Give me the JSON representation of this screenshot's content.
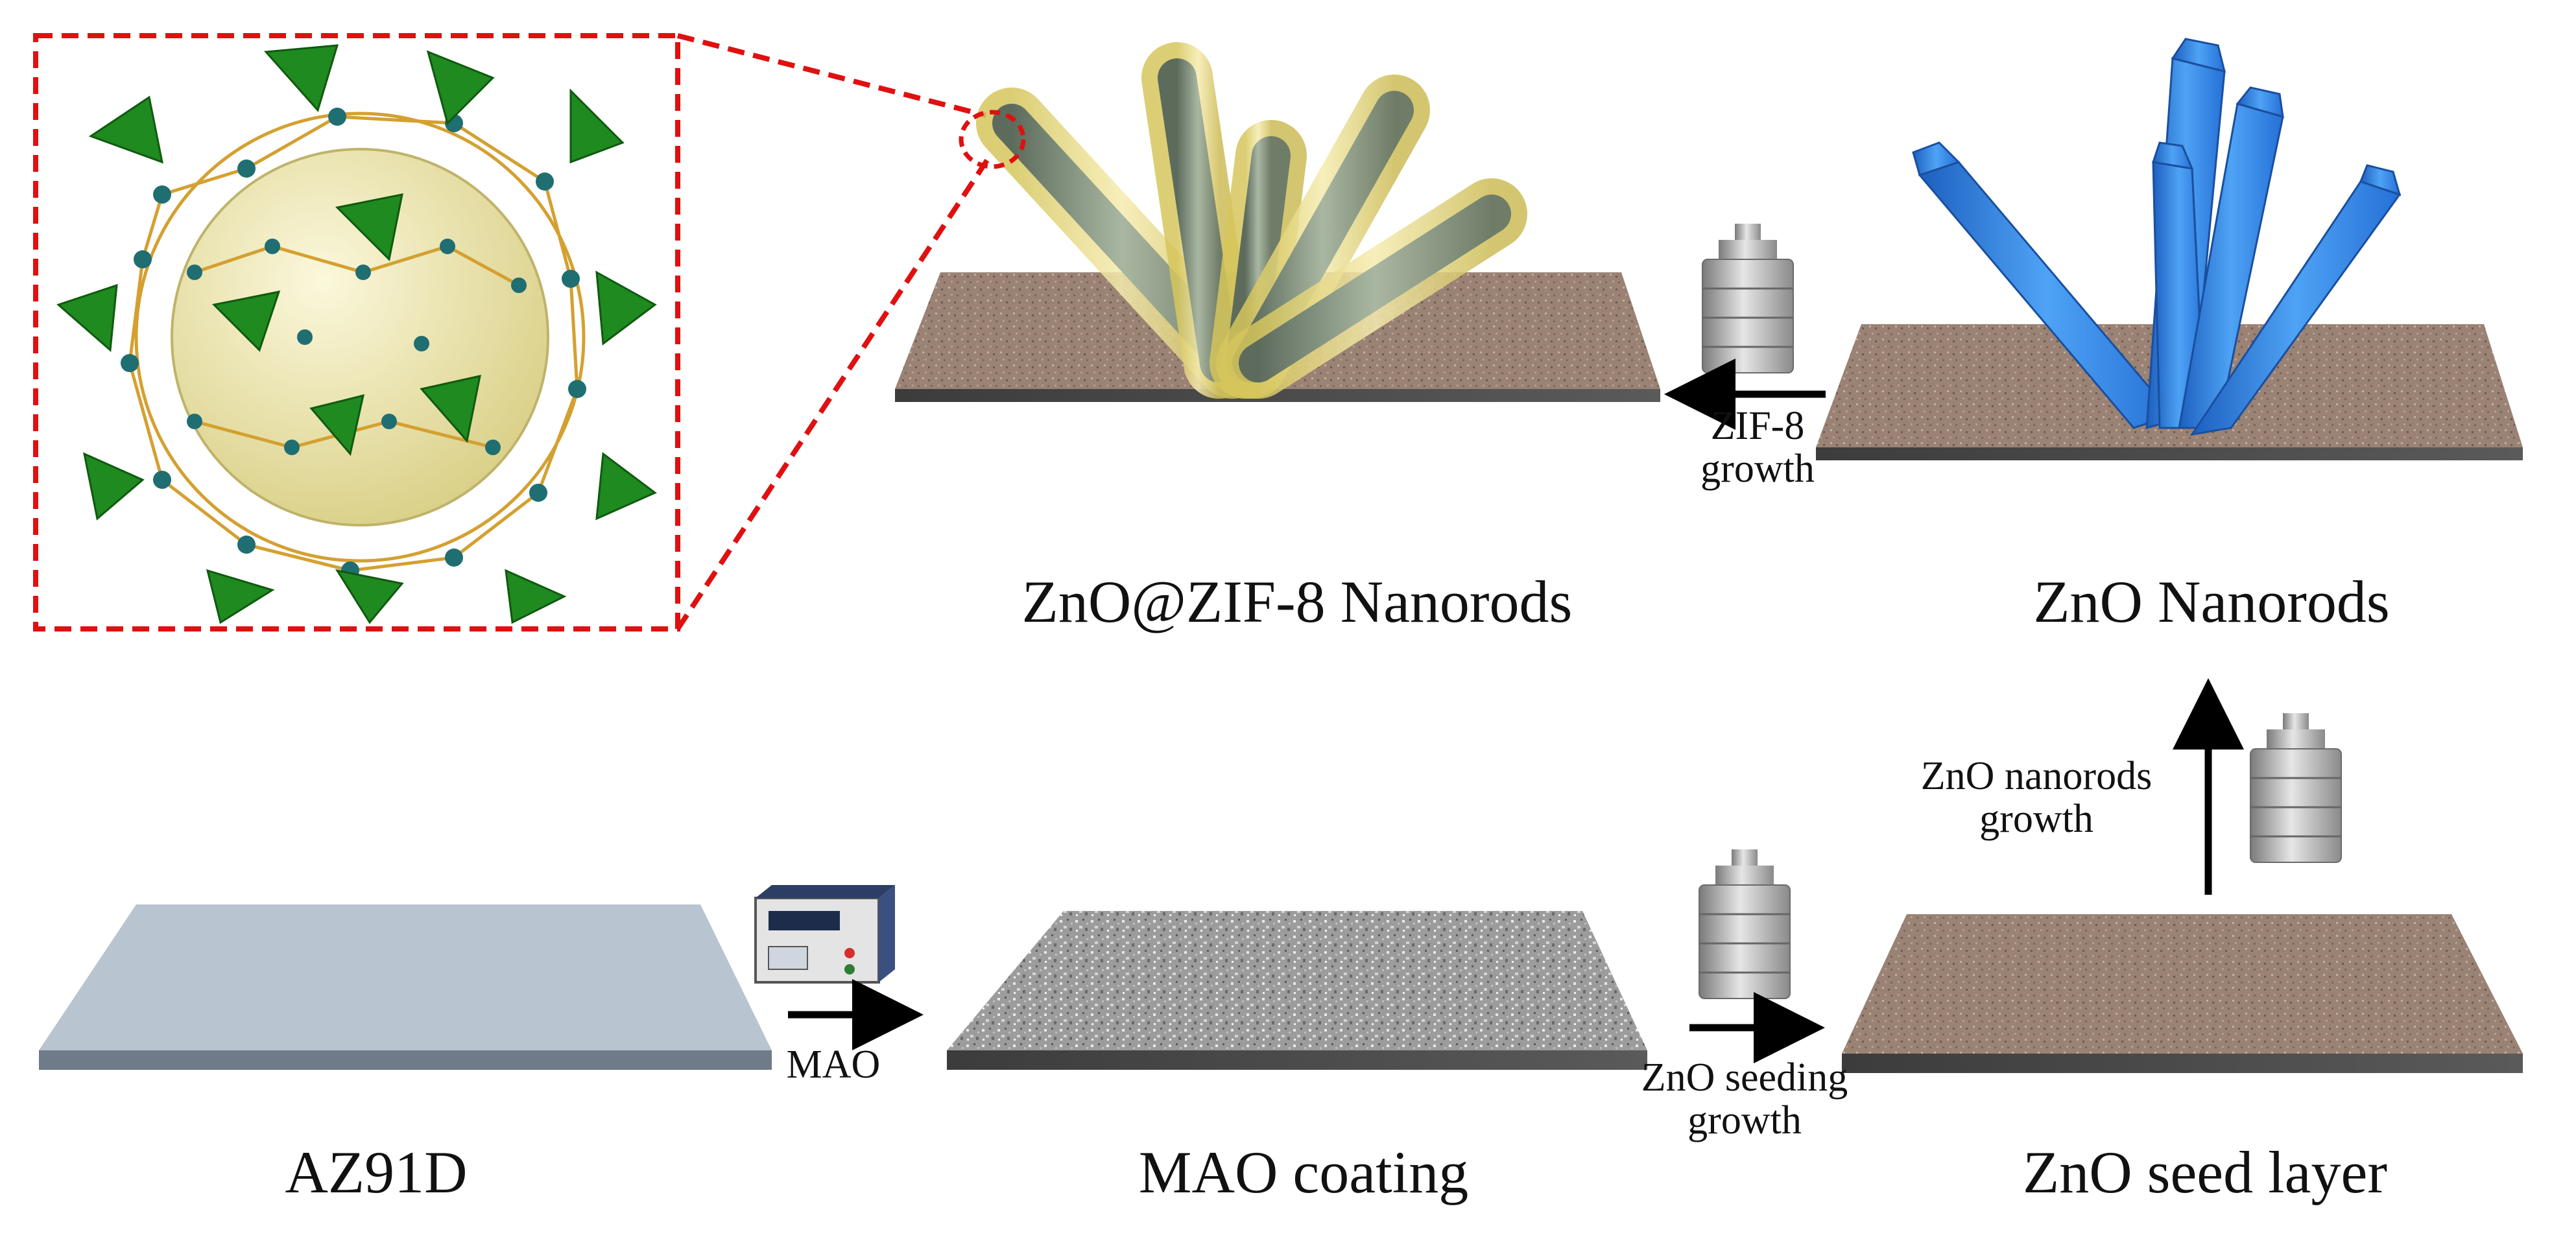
{
  "stages": {
    "az91d": "AZ91D",
    "mao_coating": "MAO coating",
    "zno_seed_layer": "ZnO seed layer",
    "zno_nanorods": "ZnO Nanorods",
    "zno_zif8_nanorods": "ZnO@ZIF-8 Nanorods"
  },
  "steps": {
    "mao": "MAO",
    "seeding_line1": "ZnO seeding",
    "seeding_line2": "growth",
    "nanorods_growth_line1": "ZnO nanorods",
    "nanorods_growth_line2": "growth",
    "zif8_growth_line1": "ZIF-8",
    "zif8_growth_line2": "growth"
  },
  "colors": {
    "substrate_plain": "#b4c0cc",
    "substrate_mao": "#9a9a9a",
    "substrate_seed": "#9c8576",
    "zno_rod": "#3d8fe6",
    "zif8_shell": "#e9d67a",
    "zif8_tetrahedron": "#1f8a1f",
    "zif8_sphere": "#f3eeb0",
    "callout": "#e01010",
    "autoclave": "#9a9a9a"
  },
  "icons": [
    "autoclave-icon",
    "power-supply-icon",
    "arrow-right-icon",
    "arrow-up-icon",
    "arrow-left-icon"
  ]
}
